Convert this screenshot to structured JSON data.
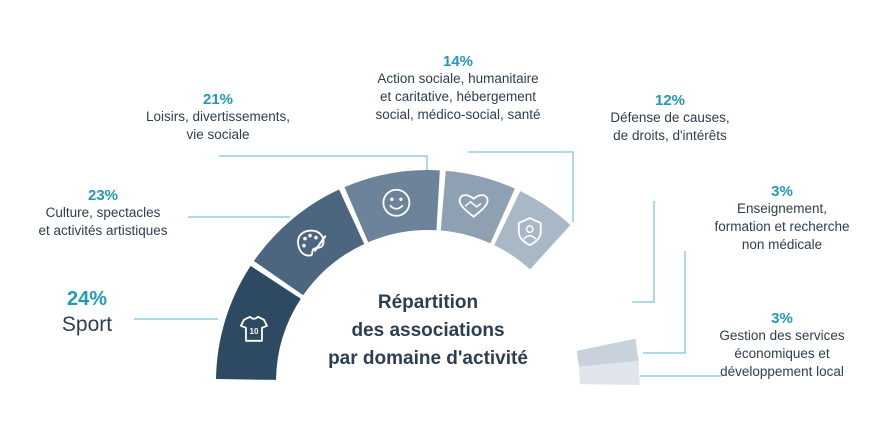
{
  "chart_data": {
    "type": "pie",
    "title": [
      "Répartition",
      "des associations",
      "par domaine d'activité"
    ],
    "slices": [
      {
        "value": 24,
        "pct_text": "24%",
        "label": [
          "Sport"
        ],
        "color": "#2d4a62",
        "icon": "tshirt-icon"
      },
      {
        "value": 23,
        "pct_text": "23%",
        "label": [
          "Culture, spectacles",
          "et activités artistiques"
        ],
        "color": "#4c6680",
        "icon": "palette-icon"
      },
      {
        "value": 21,
        "pct_text": "21%",
        "label": [
          "Loisirs, divertissements,",
          "vie sociale"
        ],
        "color": "#6c8399",
        "icon": "smiley-icon"
      },
      {
        "value": 14,
        "pct_text": "14%",
        "label": [
          "Action sociale, humanitaire",
          "et caritative, hébergement",
          "social, médico-social, santé"
        ],
        "color": "#8ea1b3",
        "icon": "heart-handshake-icon"
      },
      {
        "value": 12,
        "pct_text": "12%",
        "label": [
          "Défense de causes,",
          "de droits, d'intérêts"
        ],
        "color": "#a9b8c6",
        "icon": "shield-person-icon"
      },
      {
        "value": 3,
        "pct_text": "3%",
        "label": [
          "Enseignement,",
          "formation et recherche",
          "non médicale"
        ],
        "color": "#c8d2dc",
        "icon": ""
      },
      {
        "value": 3,
        "pct_text": "3%",
        "label": [
          "Gestion des services",
          "économiques et",
          "développement local"
        ],
        "color": "#dfe5eb",
        "icon": ""
      }
    ]
  }
}
